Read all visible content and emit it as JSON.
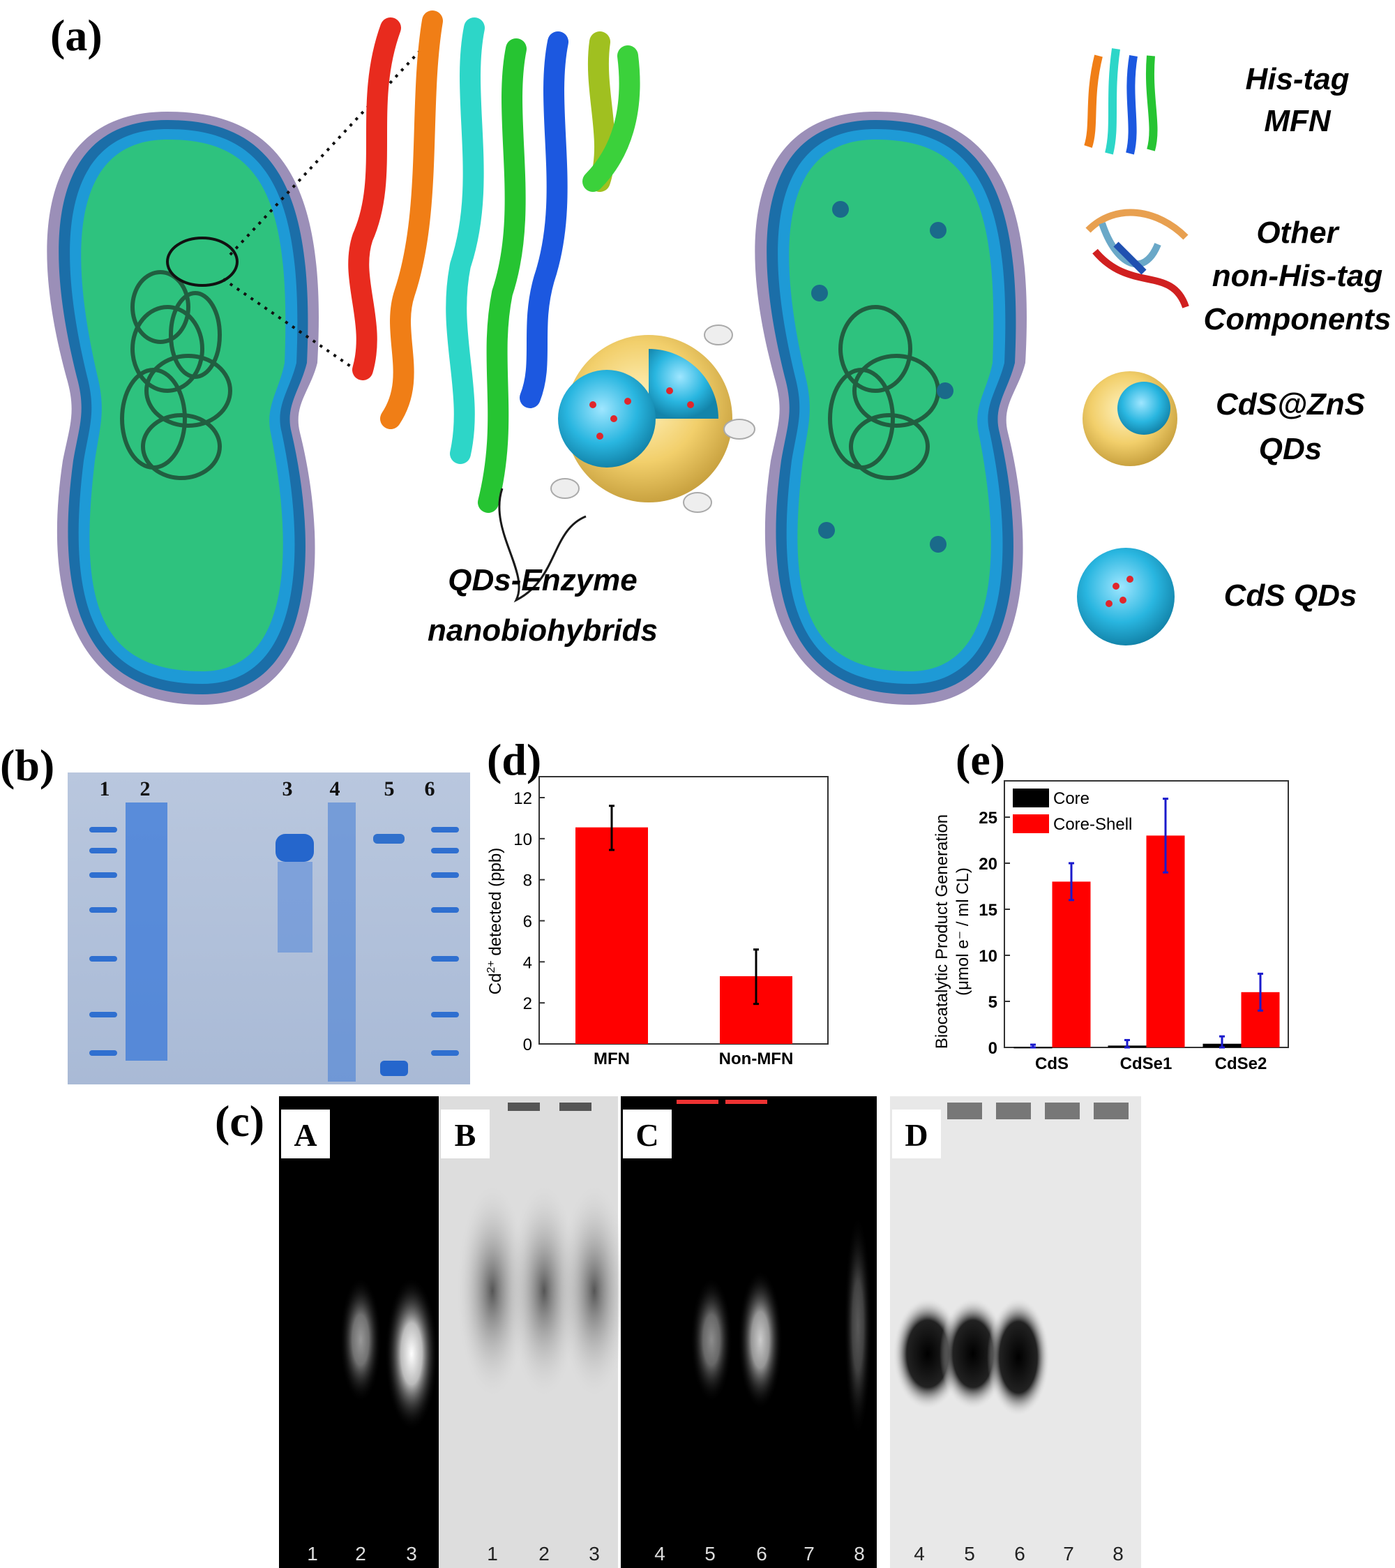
{
  "panel_a": {
    "label": "(a)",
    "center_caption": [
      "QDs-Enzyme",
      "nanobiohybrids"
    ],
    "legend": [
      {
        "lines": [
          "His-tag",
          "MFN"
        ],
        "icon": "his-tag-mfn-protein-icon"
      },
      {
        "lines": [
          "Other",
          "non-His-tag",
          "Components"
        ],
        "icon": "other-protein-icon"
      },
      {
        "lines": [
          "CdS@ZnS",
          "QDs"
        ],
        "icon": "core-shell-qd-icon"
      },
      {
        "lines": [
          "CdS QDs"
        ],
        "icon": "cds-qd-icon"
      }
    ],
    "colors": {
      "cytoplasm": "#2ec27e",
      "membrane_blue": "#1e9ad6",
      "membrane_outer": "#9b8fb8",
      "qd_shell": "#f2cf6b",
      "qd_core": "#29b6e0",
      "qd_core_atoms": "#e0262b"
    }
  },
  "panel_b": {
    "label": "(b)",
    "lanes": [
      "1",
      "2",
      "3",
      "4",
      "5",
      "6"
    ]
  },
  "panel_c": {
    "label": "(c)",
    "gels": [
      {
        "letter": "A",
        "lanes": [
          "1",
          "2",
          "3"
        ],
        "background": "dark"
      },
      {
        "letter": "B",
        "lanes": [
          "1",
          "2",
          "3"
        ],
        "background": "light"
      },
      {
        "letter": "C",
        "lanes": [
          "4",
          "5",
          "6",
          "7",
          "8"
        ],
        "background": "dark"
      },
      {
        "letter": "D",
        "lanes": [
          "4",
          "5",
          "6",
          "7",
          "8"
        ],
        "background": "light"
      }
    ]
  },
  "chart_data": [
    {
      "panel": "(d)",
      "type": "bar",
      "categories": [
        "MFN",
        "Non-MFN"
      ],
      "values": [
        10.55,
        3.3
      ],
      "error_low": [
        9.45,
        1.95
      ],
      "error_high": [
        11.6,
        4.6
      ],
      "ylabel": "Cd2+ detected (ppb)",
      "ylabel_parts": {
        "base": "Cd",
        "sup": "2+",
        "rest": " detected (ppb)"
      },
      "xlabel": "",
      "ylim": [
        0,
        13
      ],
      "yticks": [
        0,
        2,
        4,
        6,
        8,
        10,
        12
      ],
      "grid": false,
      "bar_color": "#ff0000",
      "error_color": "#000000"
    },
    {
      "panel": "(e)",
      "type": "bar",
      "categories": [
        "CdS",
        "CdSe1",
        "CdSe2"
      ],
      "series": [
        {
          "name": "Core",
          "values": [
            0.05,
            0.2,
            0.4
          ],
          "error_low": [
            0.0,
            0.0,
            0.0
          ],
          "error_high": [
            0.3,
            0.8,
            1.2
          ],
          "color": "#000000"
        },
        {
          "name": "Core-Shell",
          "values": [
            18,
            23,
            6
          ],
          "error_low": [
            16,
            19,
            4
          ],
          "error_high": [
            20,
            27,
            8
          ],
          "color": "#ff0000"
        }
      ],
      "ylabel": [
        "Biocatalytic Product Generation",
        "(μmol e⁻ / ml CL)"
      ],
      "xlabel": "",
      "ylim": [
        0,
        29
      ],
      "yticks": [
        0,
        5,
        10,
        15,
        20,
        25
      ],
      "grid": false,
      "legend_position": "top-left",
      "error_color": "#1a1acc"
    }
  ]
}
